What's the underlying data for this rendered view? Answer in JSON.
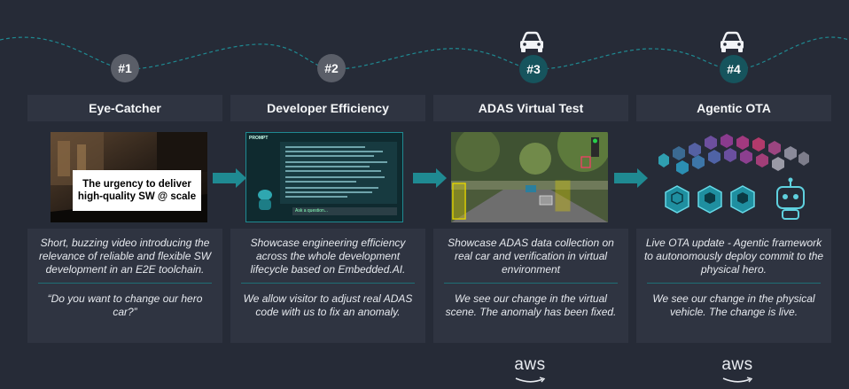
{
  "colors": {
    "background": "#262b37",
    "panel": "#2f3441",
    "teal_accent": "#1f8a92",
    "badge_grey": "#5a5e68",
    "badge_teal": "#16545d"
  },
  "steps": [
    {
      "badge": "#1",
      "title": "Eye-Catcher",
      "image_caption": "The urgency to deliver high-quality SW @ scale",
      "description": "Short, buzzing video introducing the relevance of reliable and flexible SW development in an E2E toolchain.",
      "detail": "“Do you want to change our hero car?”"
    },
    {
      "badge": "#2",
      "title": "Developer Efficiency",
      "description": "Showcase engineering efficiency across the whole development lifecycle based on Embedded.AI.",
      "detail": "We allow visitor to adjust real ADAS code with us to fix an anomaly."
    },
    {
      "badge": "#3",
      "title": "ADAS Virtual Test",
      "description": "Showcase ADAS data collection on real car and verification in virtual environment",
      "detail": "We see our change in the virtual scene. The anomaly has been fixed."
    },
    {
      "badge": "#4",
      "title": "Agentic OTA",
      "description": "Live OTA update - Agentic framework to autonomously deploy commit to the physical hero.",
      "detail": "We see our change in the physical vehicle. The change is live."
    }
  ],
  "screenshot_panel": {
    "logo_text": "PROMPT",
    "input_placeholder": "Ask a question..."
  },
  "icons": {
    "car": "car-icon",
    "arrow": "arrow-right-icon",
    "robot": "robot-icon",
    "cube": "cube-icon"
  },
  "logos": {
    "aws": "aws"
  }
}
